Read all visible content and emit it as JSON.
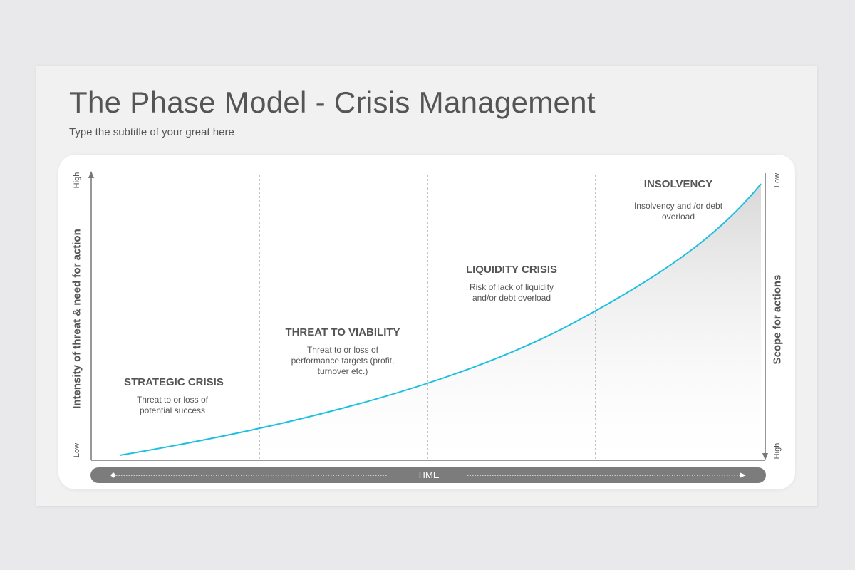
{
  "header": {
    "title": "The Phase Model - Crisis Management",
    "subtitle": "Type the subtitle of your great here"
  },
  "axes": {
    "left_label": "Intensity of threat & need for action",
    "left_high": "High",
    "left_low": "Low",
    "right_label": "Scope for actions",
    "right_top": "Low",
    "right_bottom": "High",
    "time_label": "TIME"
  },
  "phases": [
    {
      "title": "STRATEGIC CRISIS",
      "description": "Threat to or loss of potential success"
    },
    {
      "title": "THREAT TO VIABILITY",
      "description": "Threat to or loss of performance targets (profit, turnover etc.)"
    },
    {
      "title": "LIQUIDITY CRISIS",
      "description": "Risk of lack of liquidity and/or debt overload"
    },
    {
      "title": "INSOLVENCY",
      "description": "Insolvency and /or debt overload"
    }
  ],
  "colors": {
    "curve": "#1ec0df",
    "time_bar": "#7c7c7c",
    "text": "#555555",
    "axis": "#777777"
  }
}
